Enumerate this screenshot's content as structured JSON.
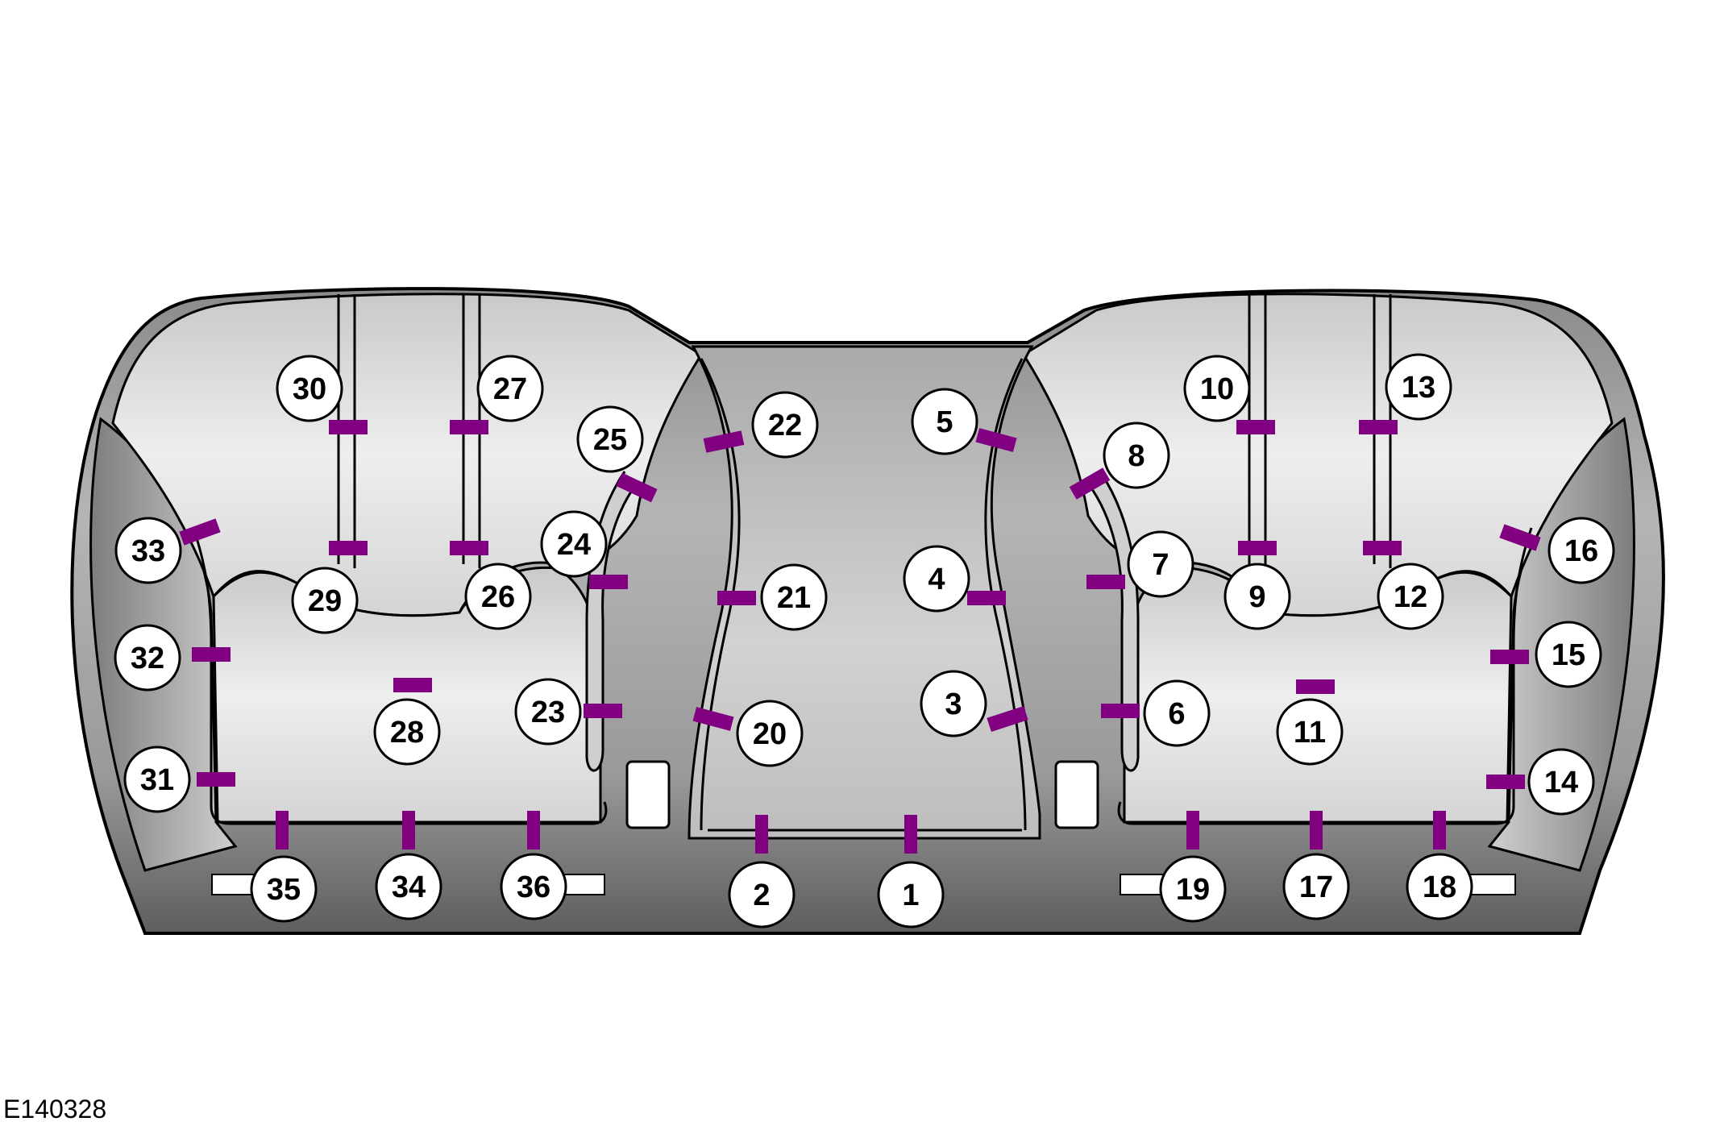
{
  "figure_code": "E140328",
  "colors": {
    "clip": "#800080",
    "outline": "#000000",
    "panel_light": "#e6e6e6",
    "panel_mid": "#b8b8b8",
    "panel_dark": "#6e6e6e"
  },
  "callouts": [
    "1",
    "2",
    "3",
    "4",
    "5",
    "6",
    "7",
    "8",
    "9",
    "10",
    "11",
    "12",
    "13",
    "14",
    "15",
    "16",
    "17",
    "18",
    "19",
    "20",
    "21",
    "22",
    "23",
    "24",
    "25",
    "26",
    "27",
    "28",
    "29",
    "30",
    "31",
    "32",
    "33",
    "34",
    "35",
    "36"
  ]
}
